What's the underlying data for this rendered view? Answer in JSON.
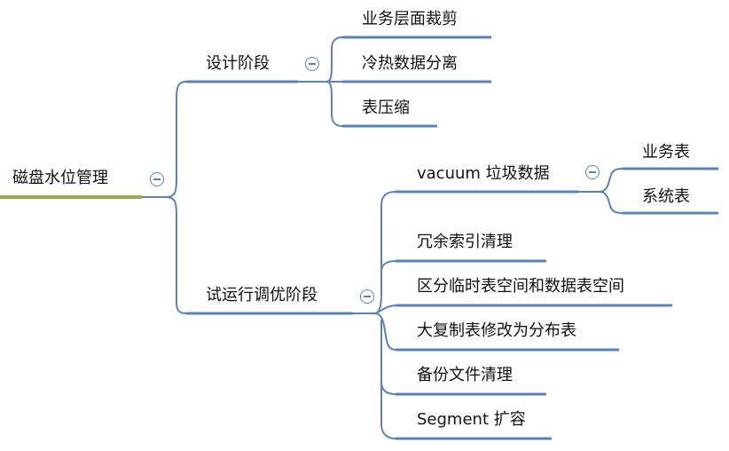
{
  "root": {
    "label": "磁盘水位管理",
    "color": "#8fac52"
  },
  "line_color": "#5b82b8",
  "branches": [
    {
      "label": "设计阶段",
      "children": [
        {
          "label": "业务层面裁剪"
        },
        {
          "label": "冷热数据分离"
        },
        {
          "label": "表压缩"
        }
      ]
    },
    {
      "label": "试运行调优阶段",
      "children": [
        {
          "label": "vacuum 垃圾数据",
          "children": [
            {
              "label": "业务表"
            },
            {
              "label": "系统表"
            }
          ]
        },
        {
          "label": "冗余索引清理"
        },
        {
          "label": "区分临时表空间和数据表空间"
        },
        {
          "label": "大复制表修改为分布表"
        },
        {
          "label": "备份文件清理"
        },
        {
          "label": "Segment 扩容"
        }
      ]
    }
  ]
}
